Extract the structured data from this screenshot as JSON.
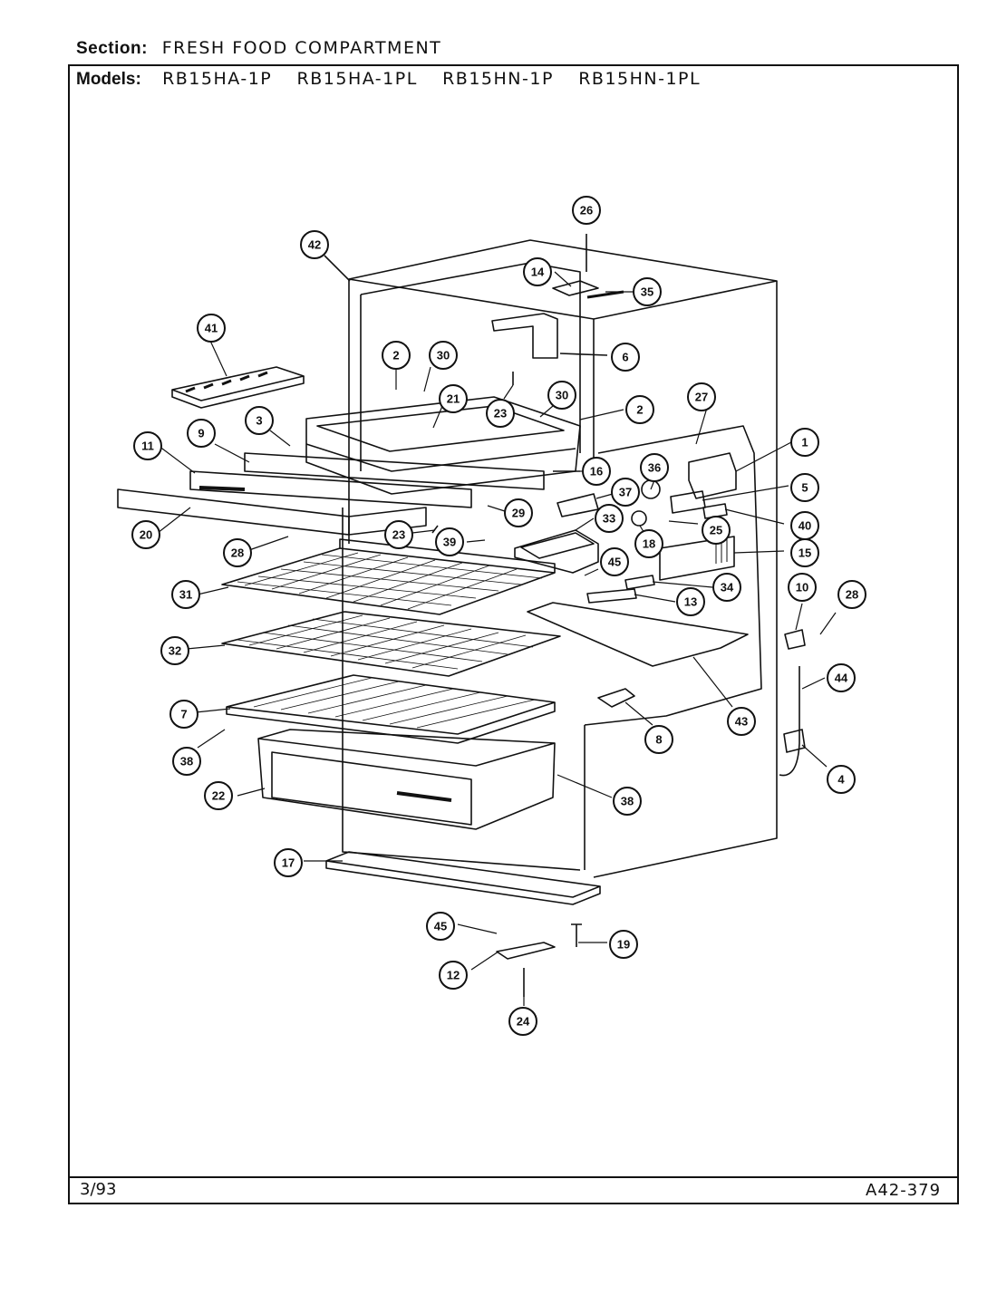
{
  "header": {
    "section_label": "Section:",
    "section_value": "FRESH FOOD COMPARTMENT",
    "models_label": "Models:",
    "models": [
      "RB15HA-1P",
      "RB15HA-1PL",
      "RB15HN-1P",
      "RB15HN-1PL"
    ]
  },
  "footer": {
    "date": "3/93",
    "code": "A42-379"
  },
  "callouts": [
    "26",
    "42",
    "14",
    "35",
    "41",
    "2",
    "30",
    "6",
    "21",
    "23",
    "30",
    "2",
    "27",
    "1",
    "3",
    "9",
    "16",
    "36",
    "5",
    "11",
    "37",
    "29",
    "33",
    "25",
    "40",
    "20",
    "23",
    "39",
    "18",
    "15",
    "28",
    "45",
    "34",
    "31",
    "13",
    "10",
    "28",
    "32",
    "44",
    "7",
    "8",
    "43",
    "4",
    "38",
    "22",
    "38",
    "17",
    "45",
    "19",
    "12",
    "24"
  ]
}
